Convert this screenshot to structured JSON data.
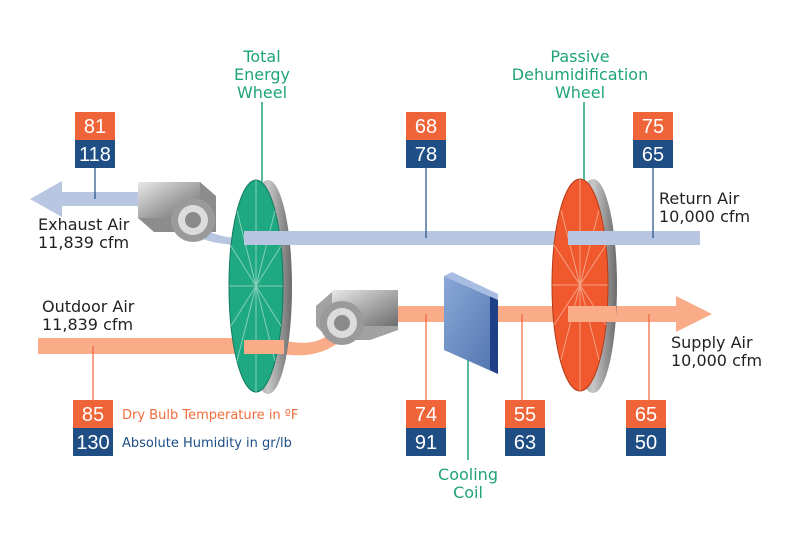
{
  "colors": {
    "temp_box": "#f0643a",
    "humidity_box": "#1f4e85",
    "green_text": "#1fa37a",
    "return_duct": "#b8c6e2",
    "supply_duct": "#f9ac87"
  },
  "titles": {
    "total_wheel": [
      "Total",
      "Energy",
      "Wheel"
    ],
    "passive_wheel": [
      "Passive",
      "Dehumidification",
      "Wheel"
    ],
    "cooling_coil": [
      "Cooling",
      "Coil"
    ]
  },
  "airstreams": {
    "exhaust": {
      "name": "Exhaust  Air",
      "flow": "11,839 cfm"
    },
    "return": {
      "name": "Return Air",
      "flow": "10,000 cfm"
    },
    "outdoor": {
      "name": "Outdoor Air",
      "flow": "11,839 cfm"
    },
    "supply": {
      "name": "Supply Air",
      "flow": "10,000 cfm"
    }
  },
  "legend": {
    "temp_label": "Dry Bulb Temperature in ºF",
    "humidity_label": "Absolute Humidity in gr/lb"
  },
  "points": {
    "exhaust": {
      "temp": "81",
      "humidity": "118"
    },
    "between_wheels": {
      "temp": "68",
      "humidity": "78"
    },
    "return": {
      "temp": "75",
      "humidity": "65"
    },
    "outdoor": {
      "temp": "85",
      "humidity": "130"
    },
    "pre_coil": {
      "temp": "74",
      "humidity": "91"
    },
    "post_coil": {
      "temp": "55",
      "humidity": "63"
    },
    "supply": {
      "temp": "65",
      "humidity": "50"
    }
  }
}
